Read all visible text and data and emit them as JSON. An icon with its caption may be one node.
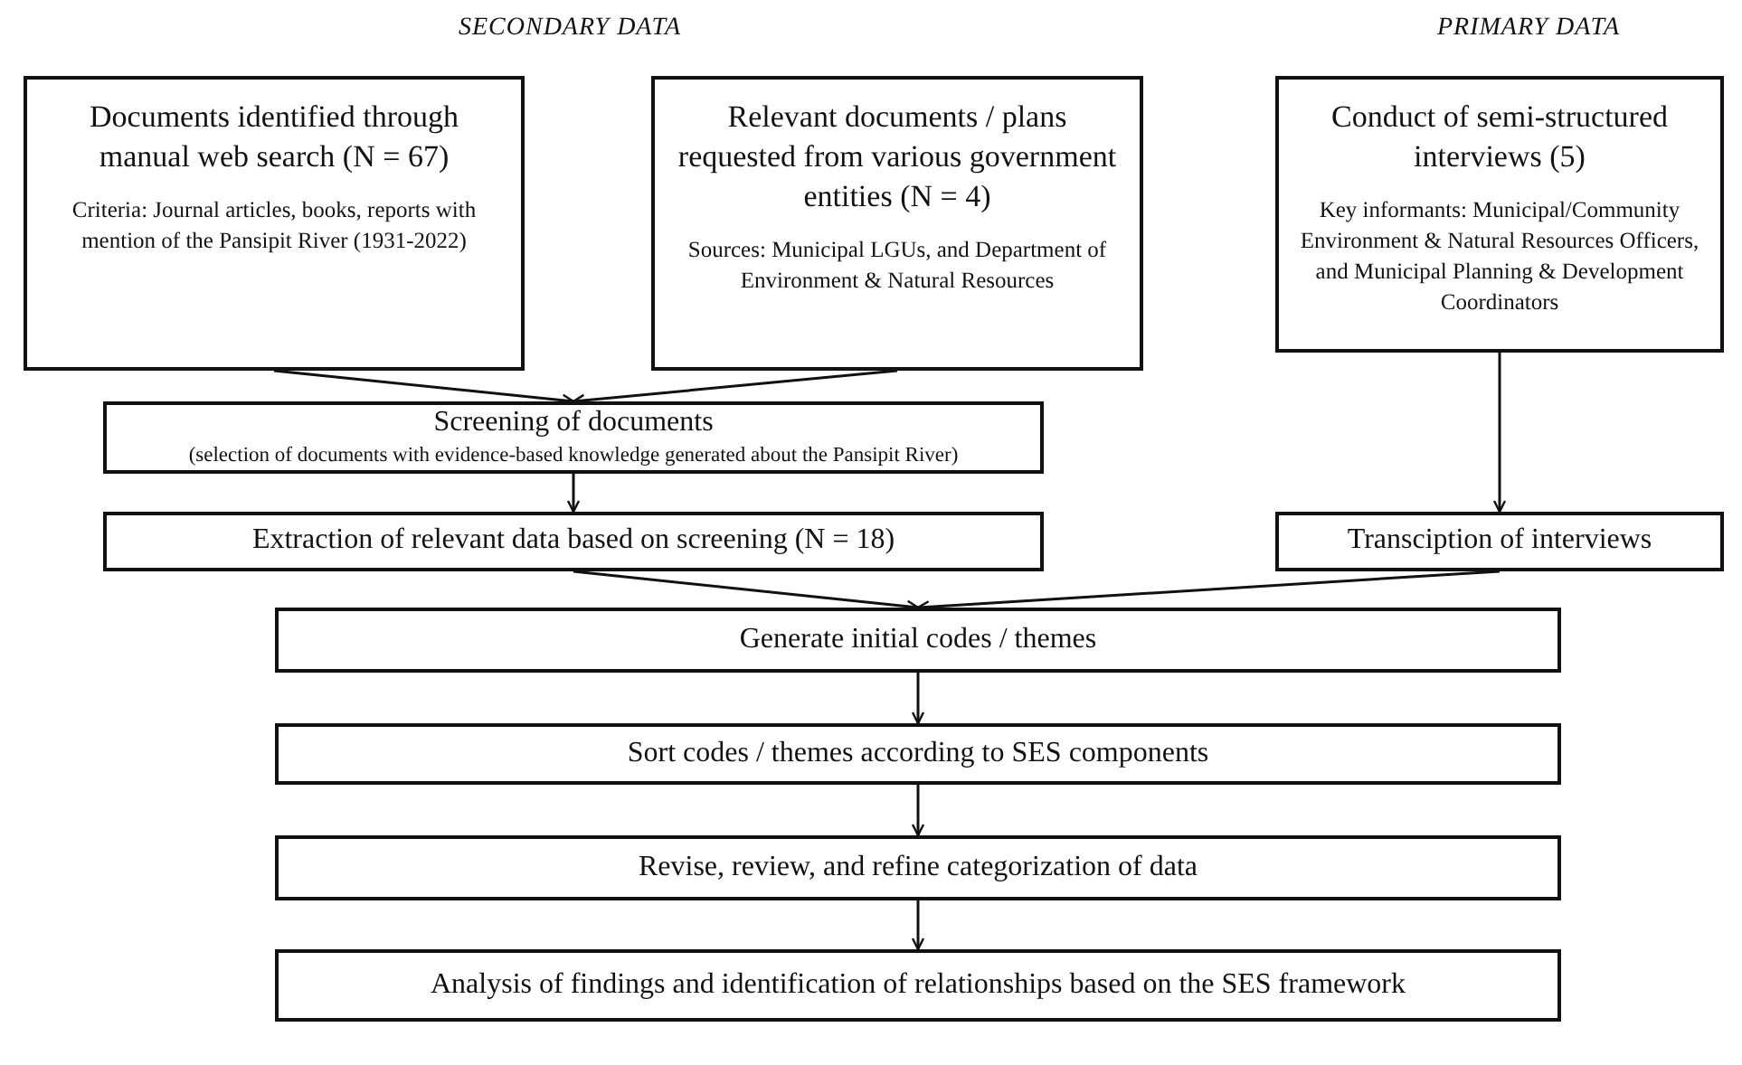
{
  "diagram": {
    "nodes": [
      {
        "text": [
          "Documents identified through manual web search (N = 67)",
          "Criteria: Journal articles, books, reports with mention of the Pansipit River (1931-2022)"
        ]
      },
      {
        "text": [
          "Relevant documents / plans requested from various government entities (N = 4)",
          "Sources: Municipal LGUs, and Department of Environment & Natural Resources"
        ]
      },
      {
        "text": [
          "Conduct of semi-structured interviews (5)",
          "Key informants: Municipal/Community Environment & Natural Resources Officers, and Municipal Planning & Development Coordinators"
        ]
      },
      {
        "text": [
          "Screening of documents",
          "(selection of documents with evidence-based knowledge generated about the Pansipit River)"
        ]
      },
      {
        "text": [
          "Extraction of relevant data based on screening  (N = 18)"
        ]
      },
      {
        "text": [
          "Transciption of interviews"
        ]
      },
      {
        "text": [
          "Generate initial codes / themes"
        ]
      },
      {
        "text": [
          "Sort codes / themes according to SES components"
        ]
      },
      {
        "text": [
          "Revise, review, and refine categorization of data"
        ]
      },
      {
        "text": [
          "Analysis of findings and identification of relationships based on the SES framework"
        ]
      }
    ],
    "edges": [
      {
        "from": 0,
        "to": 3,
        "arrow": "to"
      },
      {
        "from": 1,
        "to": 3,
        "arrow": "to"
      },
      {
        "from": 2,
        "to": 5,
        "arrow": "to"
      },
      {
        "from": 3,
        "to": 4,
        "arrow": "to"
      },
      {
        "from": 4,
        "to": 6,
        "arrow": "to"
      },
      {
        "from": 5,
        "to": 6,
        "arrow": "to"
      },
      {
        "from": 6,
        "to": 7,
        "arrow": "to"
      },
      {
        "from": 7,
        "to": 8,
        "arrow": "to"
      },
      {
        "from": 8,
        "to": 9,
        "arrow": "to"
      }
    ],
    "labels": [
      "SECONDARY DATA",
      "PRIMARY DATA"
    ]
  }
}
